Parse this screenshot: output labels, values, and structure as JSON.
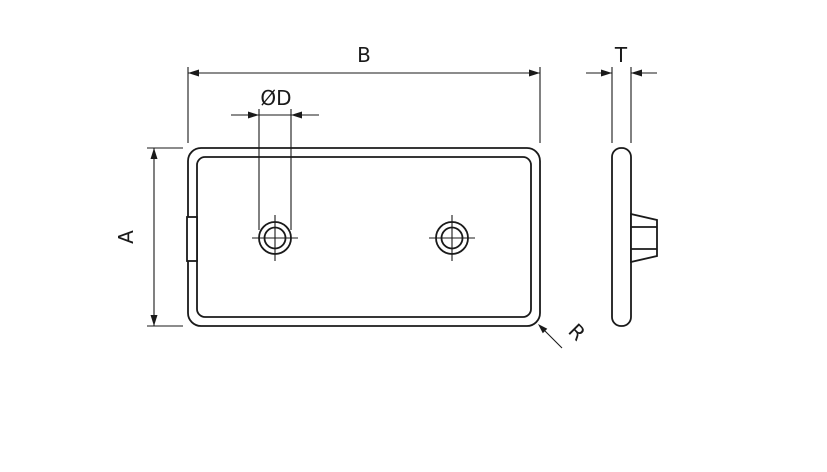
{
  "drawing": {
    "type": "technical-drawing-end-cap",
    "dimension_labels": {
      "width": "B",
      "height": "A",
      "thickness": "T",
      "hole_diameter": "ØD",
      "corner_radius": "R"
    },
    "colors": {
      "line": "#1a1a1a",
      "background": "#ffffff"
    }
  }
}
